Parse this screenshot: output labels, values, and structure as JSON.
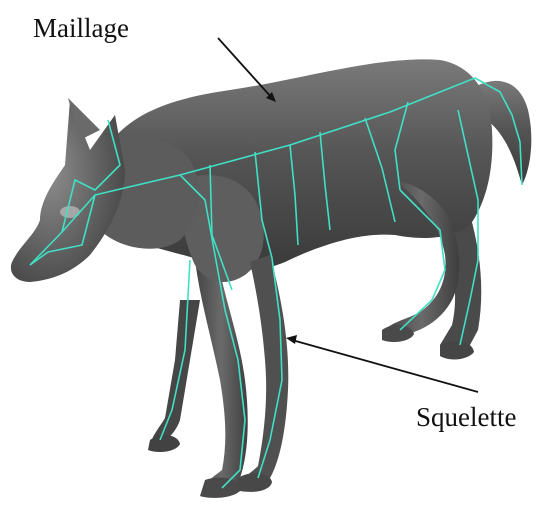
{
  "labels": {
    "mesh": "Maillage",
    "skeleton": "Squelette"
  },
  "colors": {
    "background": "#ffffff",
    "mesh_body": "#5a5a5a",
    "mesh_shadow": "#3c3c3c",
    "mesh_highlight": "#8a8a8a",
    "skeleton_lines": "#3fe0c4",
    "arrows": "#111111",
    "label_text": "#111111"
  },
  "subject": "wolf-3d-model",
  "icons": [
    "wolf-mesh",
    "skeleton-bones",
    "arrow"
  ]
}
